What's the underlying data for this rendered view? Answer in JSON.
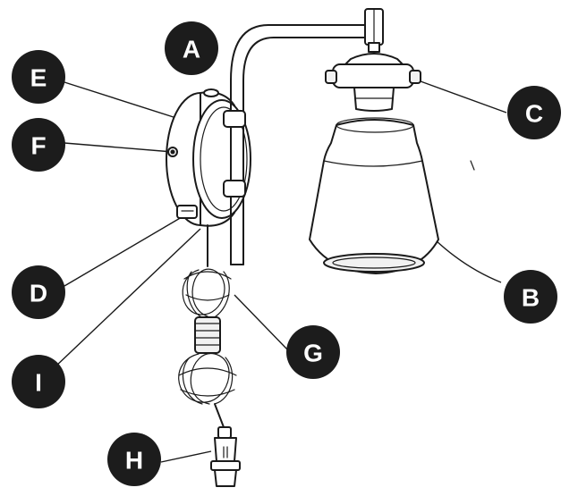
{
  "labels": {
    "A": "A",
    "B": "B",
    "C": "C",
    "D": "D",
    "E": "E",
    "F": "F",
    "G": "G",
    "H": "H",
    "I": "I"
  },
  "colors": {
    "marker_fill": "#1c1c1c",
    "marker_text": "#ffffff",
    "line": "#1a1a1a",
    "background": "#ffffff"
  }
}
